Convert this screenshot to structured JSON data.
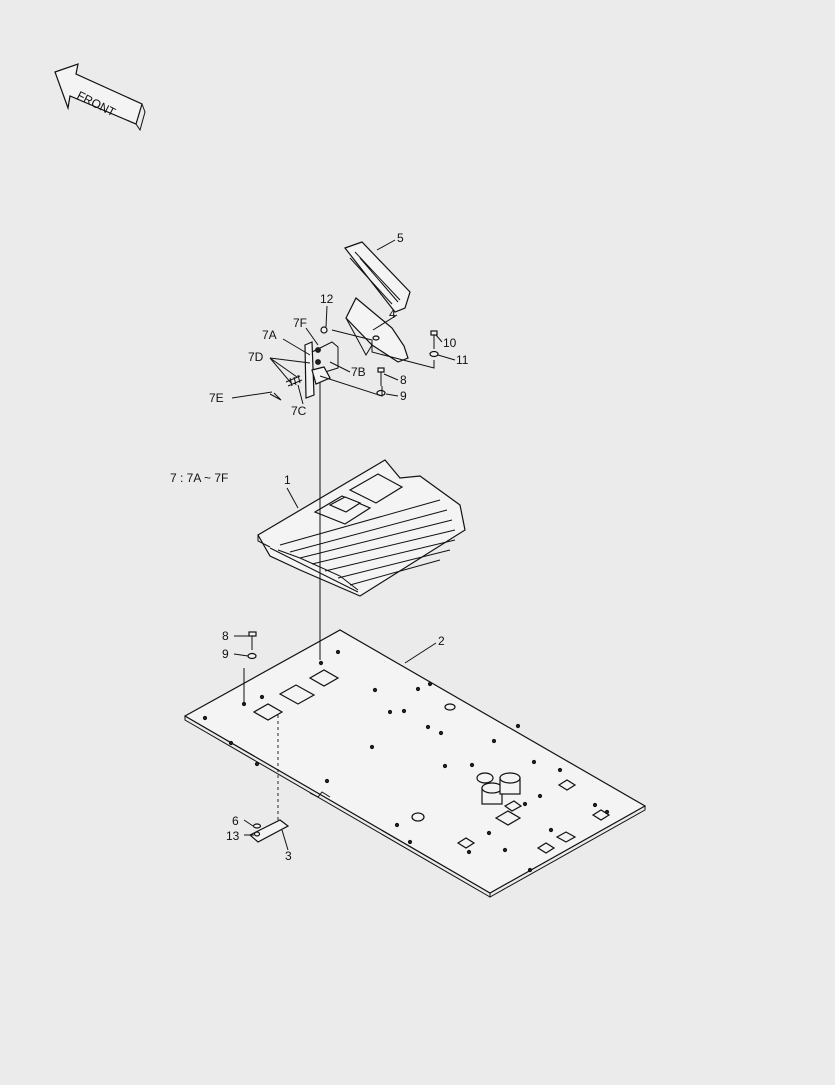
{
  "direction_label": "FRONT",
  "assembly_note": "7 : 7A ~ 7F",
  "callouts": {
    "c1": "1",
    "c2": "2",
    "c3": "3",
    "c4": "4",
    "c5": "5",
    "c6": "6",
    "c8a": "8",
    "c8b": "8",
    "c9a": "9",
    "c9b": "9",
    "c10": "10",
    "c11": "11",
    "c12": "12",
    "c13": "13",
    "c7A": "7A",
    "c7B": "7B",
    "c7C": "7C",
    "c7D": "7D",
    "c7E": "7E",
    "c7F": "7F"
  }
}
